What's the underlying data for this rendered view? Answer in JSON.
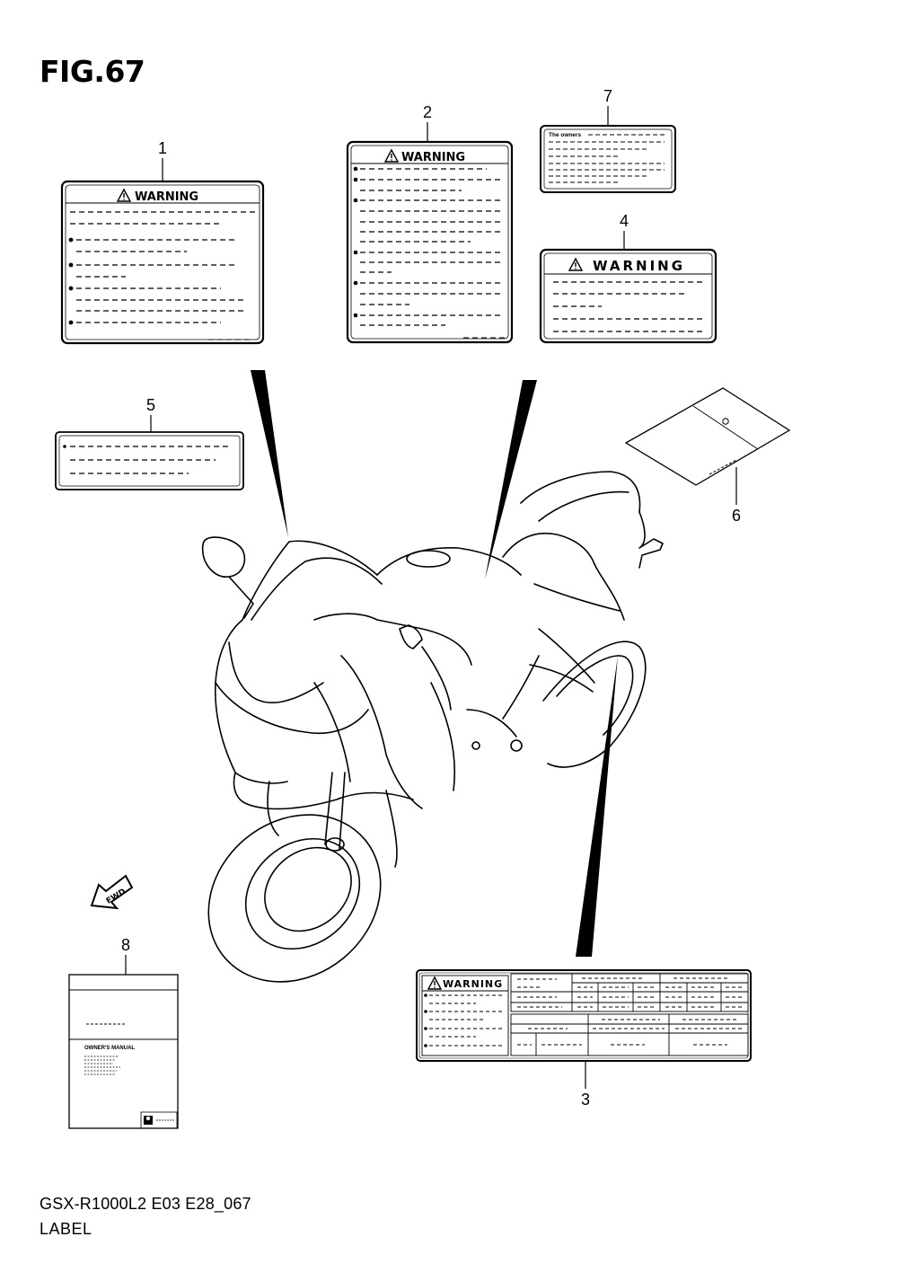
{
  "figure": {
    "title": "FIG.67"
  },
  "callouts": [
    "1",
    "2",
    "3",
    "4",
    "5",
    "6",
    "7",
    "8"
  ],
  "labels": {
    "warning_text": "WARNING",
    "owners_text": "The owners",
    "manual_text": "OWNER'S MANUAL",
    "fwd_text": "FWD"
  },
  "footer": {
    "model_code": "GSX-R1000L2 E03 E28_067",
    "section": "LABEL"
  }
}
